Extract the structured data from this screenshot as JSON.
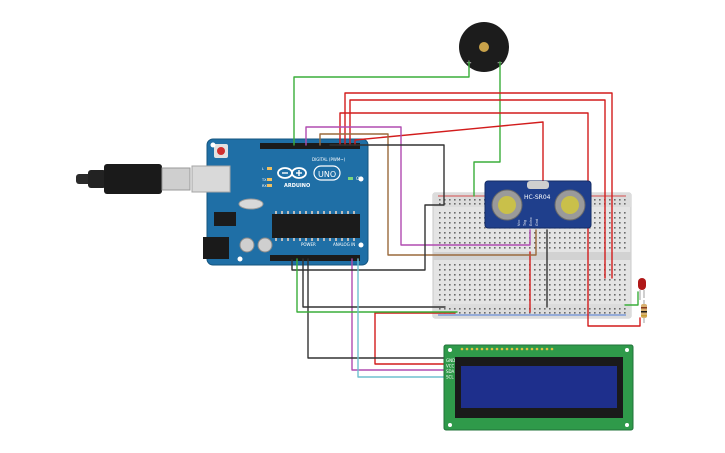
{
  "arduino": {
    "brand": "ARDUINO",
    "model": "UNO",
    "digital_label": "DIGITAL (PWM~)",
    "power_label": "POWER",
    "analog_label": "ANALOG IN",
    "on_label": "ON",
    "tx_label": "TX",
    "rx_label": "RX",
    "l_label": "L"
  },
  "buzzer": {
    "plus": "+",
    "minus": "−"
  },
  "sensor": {
    "name": "HC-SR04",
    "pins": [
      "Vcc",
      "Trig",
      "Echo",
      "Gnd"
    ]
  },
  "lcd": {
    "pins": [
      "GND",
      "VCC",
      "SDA",
      "SCL"
    ]
  },
  "colors": {
    "red": "#d21c1c",
    "black": "#333333",
    "green": "#3aae3a",
    "magenta": "#b04bb0",
    "brown": "#9a6a3c",
    "cyan": "#6fc0cf",
    "board": "#1f6fa6",
    "pcb_green": "#2f9a4a"
  }
}
